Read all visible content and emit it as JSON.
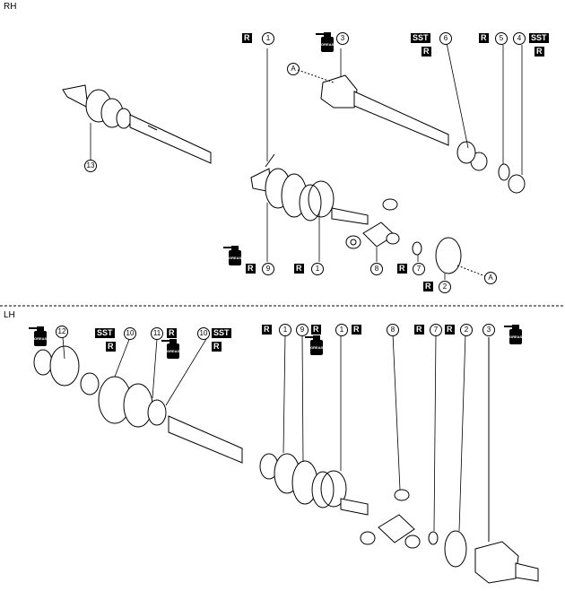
{
  "sections": {
    "rh": "RH",
    "lh": "LH"
  },
  "marks": {
    "replace": "R",
    "sst": "SST",
    "grease": "GREASE"
  },
  "callouts": {
    "n1": "1",
    "n2": "2",
    "n3": "3",
    "n4": "4",
    "n5": "5",
    "n6": "6",
    "n7": "7",
    "n8": "8",
    "n9": "9",
    "n10": "10",
    "n11": "11",
    "n12": "12",
    "n13": "13",
    "refA": "A"
  },
  "colors": {
    "ink": "#000000",
    "paper": "#ffffff"
  }
}
